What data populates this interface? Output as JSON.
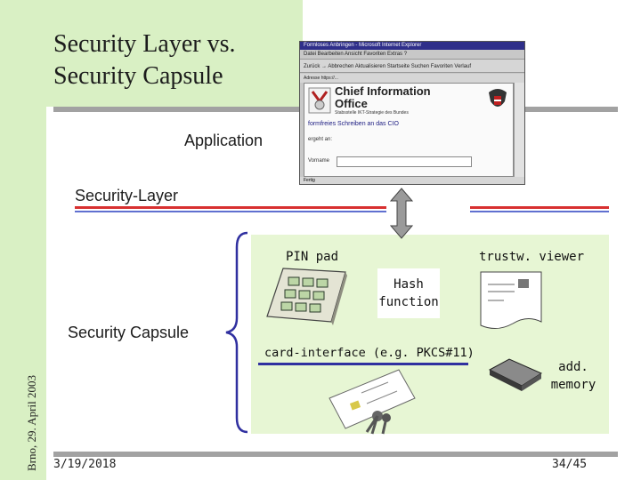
{
  "slide": {
    "title_line1": "Security Layer vs.",
    "title_line2": "Security Capsule",
    "side_text": "Brno, 29. April 2003",
    "date": "3/19/2018",
    "page": "34/45"
  },
  "labels": {
    "application": "Application",
    "security_layer": "Security-Layer",
    "security_capsule": "Security Capsule",
    "pin_pad": "PIN pad",
    "trusted_viewer": "trustw. viewer",
    "hash_line1": "Hash",
    "hash_line2": "function",
    "card_interface": "card-interface (e.g. PKCS#11)",
    "memory_line1": "add.",
    "memory_line2": "memory"
  },
  "browser": {
    "window_title": "Formloses Anbringen - Microsoft Internet Explorer",
    "menu": "Datei  Bearbeiten  Ansicht  Favoriten  Extras  ?",
    "toolbar": "Zurück   →   Abbrechen   Aktualisieren   Startseite   Suchen   Favoriten   Verlauf",
    "address": "Adresse  https://...",
    "header_line1": "Chief Information",
    "header_line2": "Office",
    "header_sub": "Stabsstelle IKT-Strategie des Bundes",
    "form_heading": "formfreies Schreiben an das CIO",
    "field_label": "ergeht an:",
    "name_label": "Vorname",
    "status": "Fertig"
  },
  "colors": {
    "green_background": "#d9f0c4",
    "capsule_background": "#e7f6d4",
    "layer_red": "#d83030",
    "layer_blue": "#6070d0",
    "rule_grey": "#a2a2a2"
  }
}
